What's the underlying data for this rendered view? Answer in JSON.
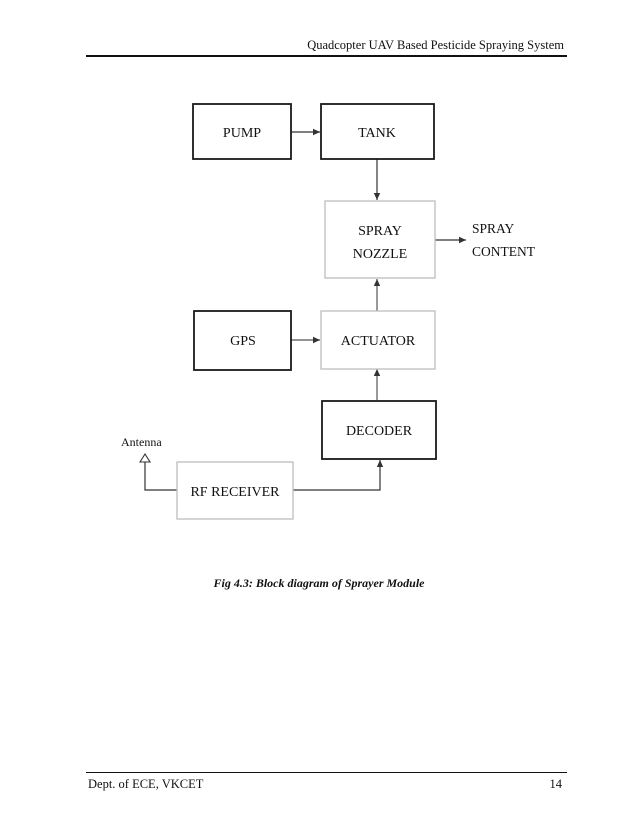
{
  "header": {
    "title": "Quadcopter UAV Based Pesticide Spraying System"
  },
  "diagram": {
    "blocks": {
      "pump": "PUMP",
      "tank": "TANK",
      "spray_nozzle_line1": "SPRAY",
      "spray_nozzle_line2": "NOZZLE",
      "gps": "GPS",
      "actuator": "ACTUATOR",
      "decoder": "DECODER",
      "rf_receiver": "RF RECEIVER"
    },
    "output_label_line1": "SPRAY",
    "output_label_line2": "CONTENT",
    "antenna_label": "Antenna"
  },
  "caption": "Fig 4.3: Block diagram of Sprayer Module",
  "footer": {
    "left": "Dept. of ECE, VKCET",
    "page_number": "14"
  }
}
